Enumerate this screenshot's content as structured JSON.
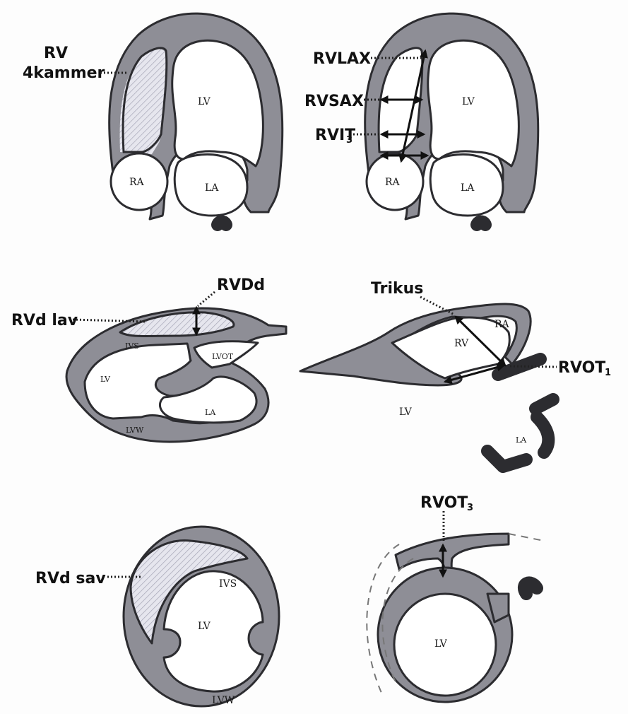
{
  "labels": {
    "rv_4kammer_1": "RV",
    "rv_4kammer_2": "4kammer",
    "rvlax": "RVLAX",
    "rvsax": "RVSAX",
    "rvit3": "RVIT",
    "rvit3_sub": "3",
    "rvdd": "RVDd",
    "rvd_lav": "RVd lav",
    "trikus": "Trikus",
    "rvot1": "RVOT",
    "rvot1_sub": "1",
    "rvd_sav": "RVd sav",
    "rvot3": "RVOT",
    "rvot3_sub": "3"
  },
  "chambers": {
    "lv": "LV",
    "ra": "RA",
    "la": "LA",
    "ivs": "IVS",
    "lvot": "LVOT",
    "lvw": "LVW",
    "rv": "RV"
  },
  "colors": {
    "wall": "#8e8e96",
    "outline": "#2c2c30",
    "background": "#fdfdfd"
  }
}
